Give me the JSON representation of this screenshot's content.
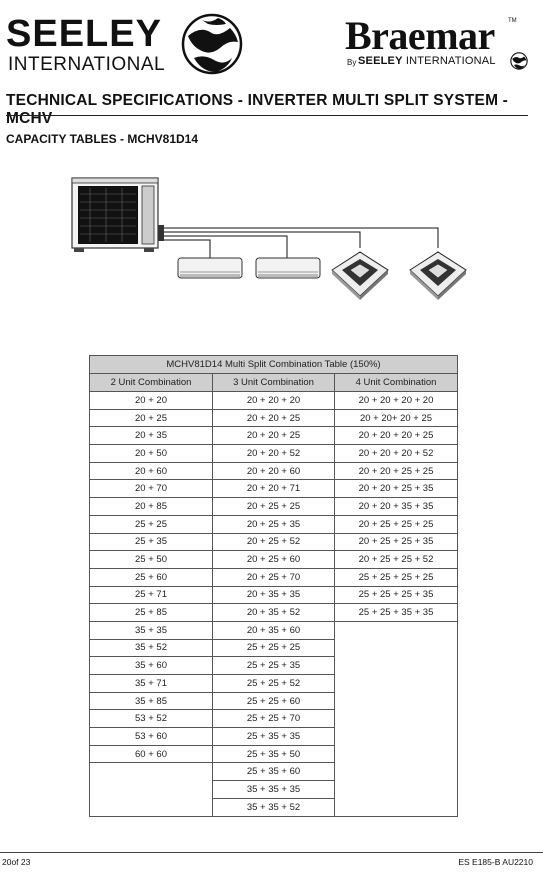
{
  "header": {
    "seeley_word1": "SEELEY",
    "seeley_word2": "INTERNATIONAL",
    "braemar_word": "Braemar",
    "braemar_tm": "TM",
    "braemar_by": "By",
    "braemar_sub_bold": "SEELEY",
    "braemar_sub_rest": " INTERNATIONAL"
  },
  "title": "TECHNICAL SPECIFICATIONS - INVERTER MULTI SPLIT SYSTEM - MCHV",
  "subtitle": "CAPACITY TABLES - MCHV81D14",
  "table": {
    "caption": "MCHV81D14 Multi Split Combination Table (150%)",
    "headers": [
      "2 Unit Combination",
      "3 Unit Combination",
      "4 Unit Combination"
    ],
    "rows": [
      [
        "20 + 20",
        "20 + 20 + 20",
        "20 + 20 + 20 + 20"
      ],
      [
        "20 + 25",
        "20 + 20 + 25",
        "20 + 20+ 20 + 25"
      ],
      [
        "20 + 35",
        "20 + 20 + 25",
        "20 + 20 + 20 + 25"
      ],
      [
        "20 + 50",
        "20 + 20 + 52",
        "20 + 20 + 20 + 52"
      ],
      [
        "20 + 60",
        "20 + 20 + 60",
        "20 + 20 + 25 + 25"
      ],
      [
        "20 + 70",
        "20 + 20 + 71",
        "20 + 20 + 25 + 35"
      ],
      [
        "20 + 85",
        "20 + 25 + 25",
        "20 + 20 + 35 + 35"
      ],
      [
        "25 + 25",
        "20 + 25 + 35",
        "20 + 25 + 25 + 25"
      ],
      [
        "25 + 35",
        "20 + 25 + 52",
        "20 + 25 + 25 + 35"
      ],
      [
        "25 + 50",
        "20 + 25 + 60",
        "20 + 25 + 25 + 52"
      ],
      [
        "25 + 60",
        "20 + 25 + 70",
        "25 + 25 + 25 + 25"
      ],
      [
        "25 + 71",
        "20 + 35 + 35",
        "25 + 25 + 25 + 35"
      ],
      [
        "25 + 85",
        "20 + 35 + 52",
        "25 + 25 + 35 + 35"
      ],
      [
        "35 + 35",
        "20 + 35 + 60",
        ""
      ],
      [
        "35 + 52",
        "25 + 25 + 25",
        ""
      ],
      [
        "35 + 60",
        "25 + 25 + 35",
        ""
      ],
      [
        "35 + 71",
        "25 + 25 + 52",
        ""
      ],
      [
        "35 + 85",
        "25 + 25 + 60",
        ""
      ],
      [
        "53 + 52",
        "25 + 25 + 70",
        ""
      ],
      [
        "53 + 60",
        "25 + 35 + 35",
        ""
      ],
      [
        "60 + 60",
        "25 + 35 + 50",
        ""
      ],
      [
        "",
        "25 + 35 + 60",
        ""
      ],
      [
        "",
        "35 + 35 + 35",
        ""
      ],
      [
        "",
        "35 + 35 + 52",
        ""
      ]
    ]
  },
  "footer": {
    "page": "20of 23",
    "doc_code": "ES E185-B AU2210"
  }
}
